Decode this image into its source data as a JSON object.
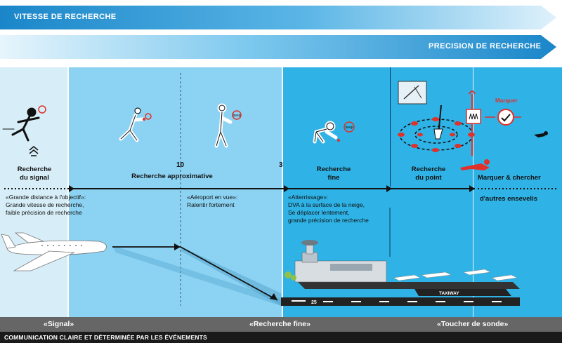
{
  "banners": {
    "speed_label": "VITESSE DE RECHERCHE",
    "precision_label": "PRECISION DE RECHERCHE"
  },
  "phases": {
    "signal": "Recherche\ndu signal",
    "approx": "Recherche approximative",
    "fine": "Recherche\nfine",
    "point": "Recherche\ndu point",
    "mark": "Marquer & chercher",
    "others": "d'autres ensevelis"
  },
  "distances": {
    "d10": "10",
    "d3": "3"
  },
  "notes": {
    "signal": "«Grande distance à l'objectif»:\nGrande vitesse de recherche,\nfaible précision de recherche",
    "approx": "«Aéroport en vue»:\nRalentir fortement",
    "fine": "«Atterrissage»:\nDVA à la surface de la neige,\nSe déplacer lentement,\ngrande précision de recherche"
  },
  "icons": {
    "beep1": "beep",
    "beep2": "beep",
    "marker_label": "Marquer"
  },
  "runway": {
    "taxiway": "TAXIWAY",
    "number": "25"
  },
  "bottom": {
    "signal": "«Signal»",
    "fine": "«Recherche fine»",
    "touch": "«Toucher de sonde»"
  },
  "footer": "COMMUNICATION CLAIRE ET DÉTERMINÉE PAR LES ÉVÉNEMENTS",
  "colors": {
    "light_zone": "#d7eef8",
    "mid_zone": "#8cd2f2",
    "deep_zone": "#2fb3e6",
    "banner_dark": "#1b8fd0",
    "bottom_bar": "#666666",
    "footer_bar": "#1a1a1a",
    "red": "#e0312b"
  }
}
